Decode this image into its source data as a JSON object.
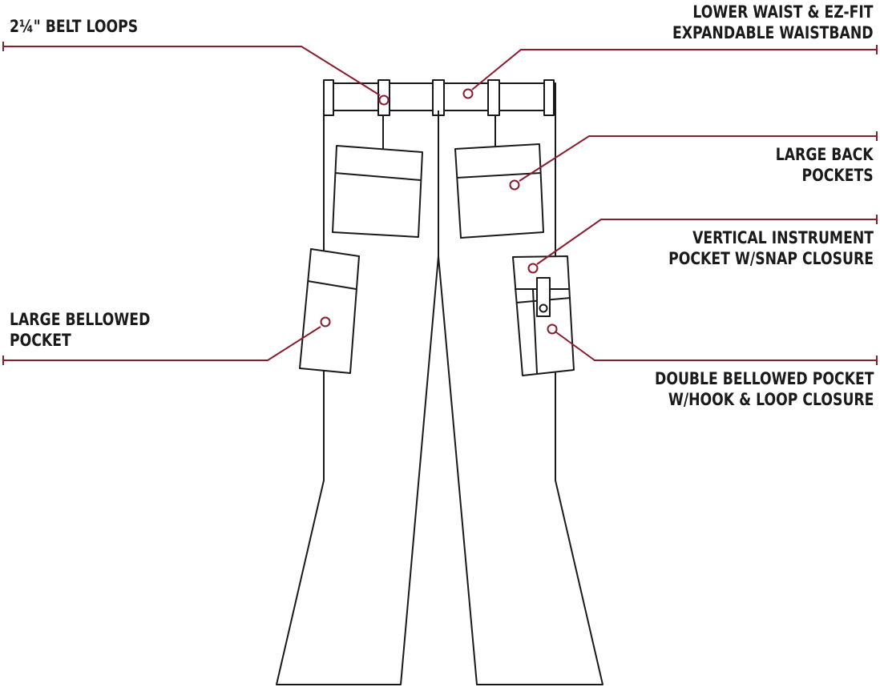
{
  "colors": {
    "leader_line": "#8a1c2e",
    "outline": "#1a1a1a",
    "background": "#ffffff",
    "text": "#1a1a1a"
  },
  "callouts": {
    "belt_loops": {
      "line1": "2¼\" BELT LOOPS"
    },
    "waistband": {
      "line1": "LOWER WAIST & EZ-FIT",
      "line2": "EXPANDABLE WAISTBAND"
    },
    "back_pockets": {
      "line1": "LARGE BACK",
      "line2": "POCKETS"
    },
    "instrument_pocket": {
      "line1": "VERTICAL INSTRUMENT",
      "line2": "POCKET W/SNAP CLOSURE"
    },
    "bellowed_pocket": {
      "line1": "LARGE BELLOWED",
      "line2": "POCKET"
    },
    "double_bellowed_pocket": {
      "line1": "DOUBLE BELLOWED POCKET",
      "line2": "W/HOOK & LOOP CLOSURE"
    }
  }
}
